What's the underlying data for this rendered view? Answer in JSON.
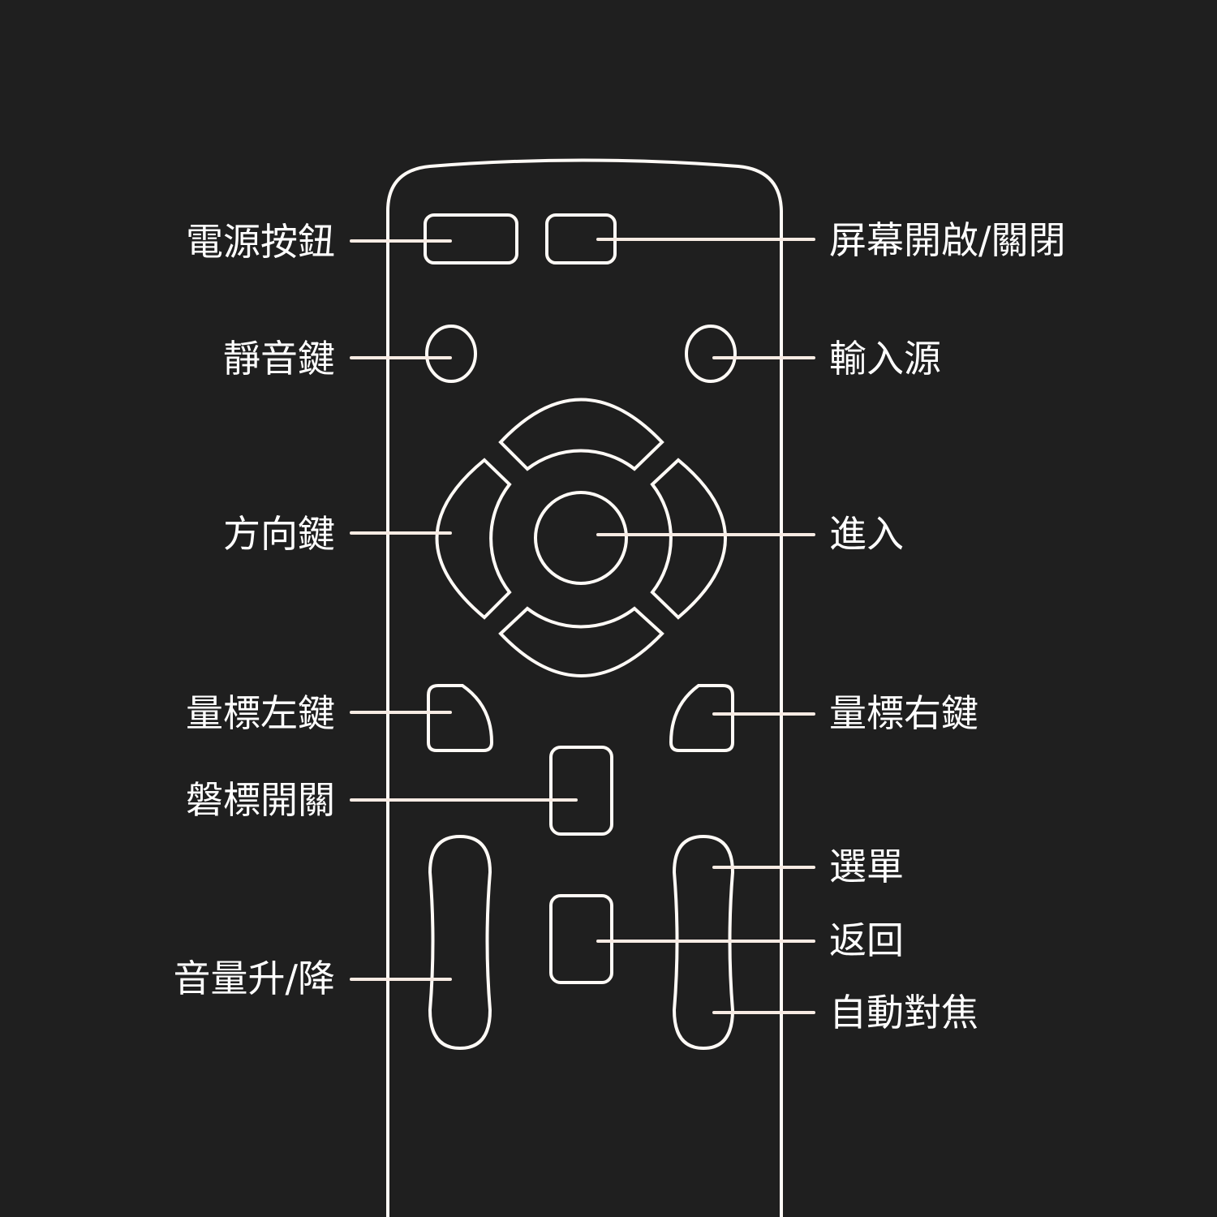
{
  "colors": {
    "background": "#1f1f1f",
    "outline": "#fffaf6",
    "leader": "#f7ebe3",
    "text": "#ffffff"
  },
  "labels": {
    "power": "電源按鈕",
    "screen_toggle": "屏幕開啟/關閉",
    "mute": "靜音鍵",
    "input_source": "輸入源",
    "direction": "方向鍵",
    "enter": "進入",
    "mouse_left": "量標左鍵",
    "mouse_right": "量標右鍵",
    "pan_toggle": "磐標開關",
    "menu": "選單",
    "back": "返回",
    "volume": "音量升/降",
    "autofocus": "自動對焦"
  }
}
